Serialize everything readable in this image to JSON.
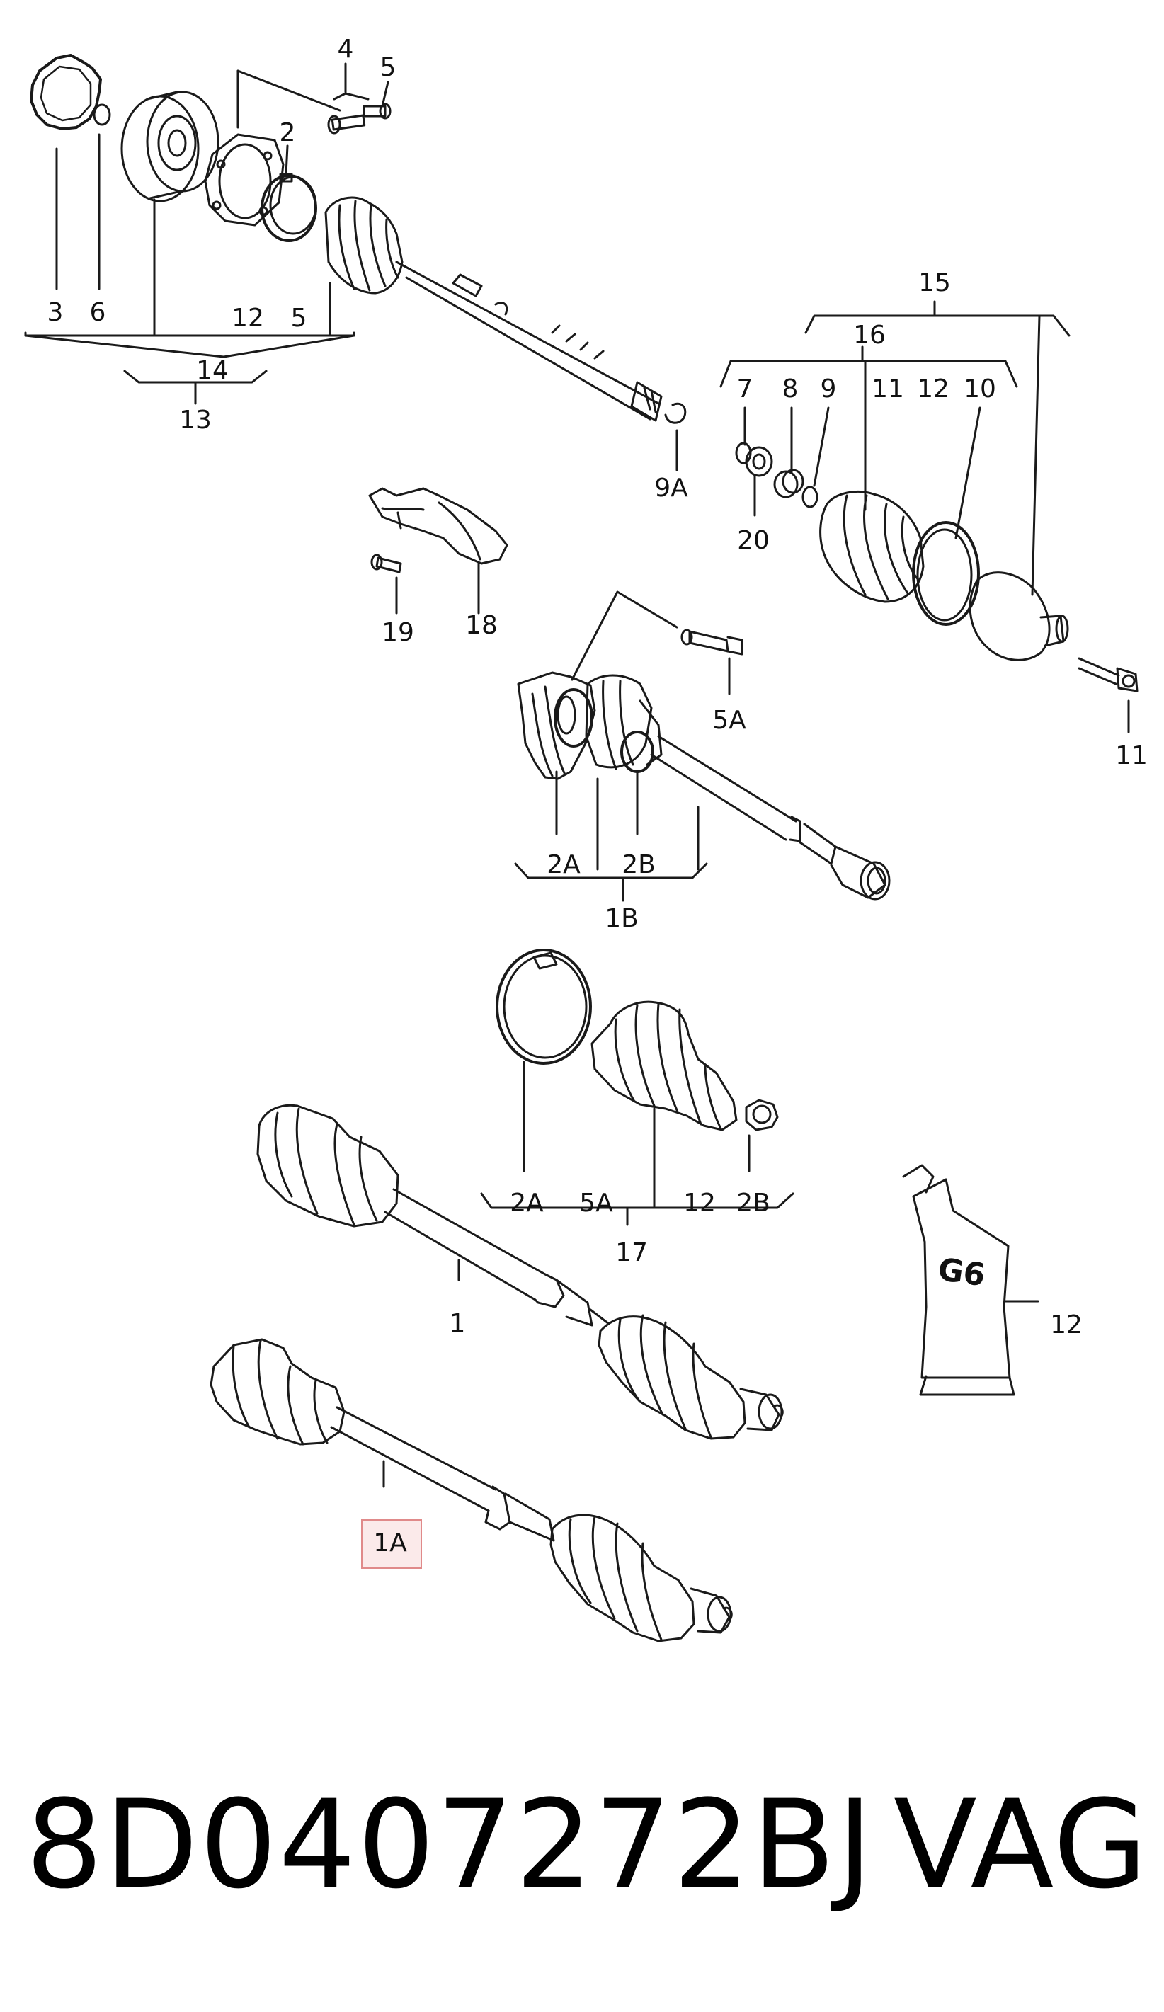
{
  "callouts": {
    "c4": "4",
    "c5top": "5",
    "c2top": "2",
    "c3": "3",
    "c6": "6",
    "c12a": "12",
    "c5b": "5",
    "c14": "14",
    "c13": "13",
    "c9a": "9A",
    "c15": "15",
    "c16": "16",
    "c7": "7",
    "c8": "8",
    "c9": "9",
    "c11a": "11",
    "c12b": "12",
    "c10": "10",
    "c20": "20",
    "c11b": "11",
    "c19": "19",
    "c18": "18",
    "c5a": "5A",
    "c2a": "2A",
    "c2b": "2B",
    "c1b": "1B",
    "c2a2": "2A",
    "c5a2": "5A",
    "c12c": "12",
    "c2b2": "2B",
    "c17": "17",
    "c1": "1",
    "c12d": "12",
    "c1a": "1A"
  },
  "tube_marking": "G6",
  "footer": {
    "part_number": "8D0407272BJ",
    "brand": "VAG"
  },
  "highlight": {
    "callout": "1A",
    "color": "#e08a8a"
  }
}
